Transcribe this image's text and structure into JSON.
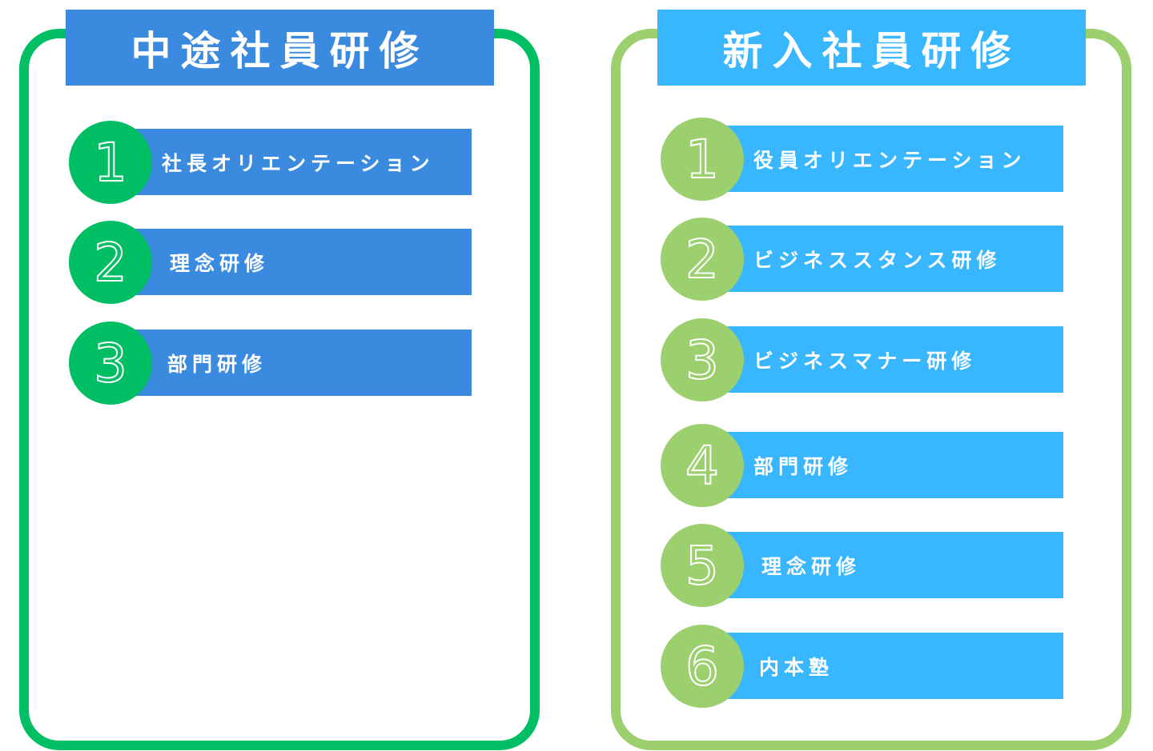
{
  "left": {
    "title": "中途社員研修",
    "color": "#00be64",
    "header_color": "#3a8be0",
    "items": [
      {
        "num": "1",
        "label": "社長オリエンテーション"
      },
      {
        "num": "2",
        "label": "理念研修"
      },
      {
        "num": "3",
        "label": "部門研修"
      }
    ]
  },
  "right": {
    "title": "新入社員研修",
    "color": "#9ccf6e",
    "header_color": "#38b6ff",
    "items": [
      {
        "num": "1",
        "label": "役員オリエンテーション"
      },
      {
        "num": "2",
        "label": "ビジネススタンス研修"
      },
      {
        "num": "3",
        "label": "ビジネスマナー研修"
      },
      {
        "num": "4",
        "label": "部門研修"
      },
      {
        "num": "5",
        "label": "理念研修"
      },
      {
        "num": "6",
        "label": "内本塾"
      }
    ]
  }
}
